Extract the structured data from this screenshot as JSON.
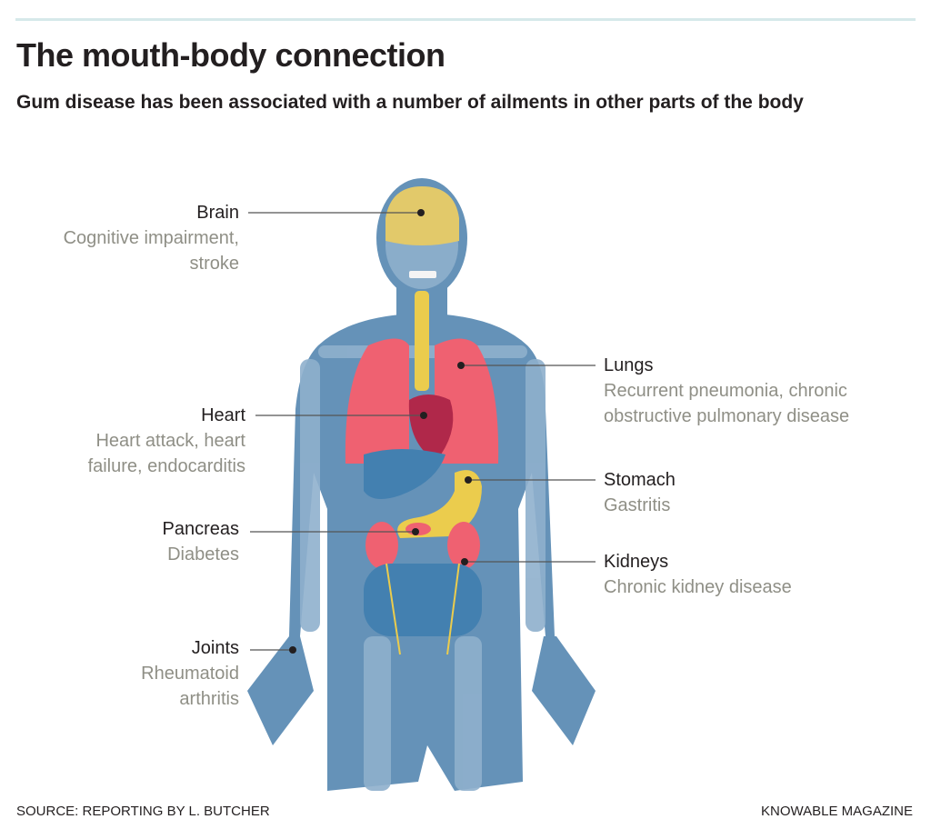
{
  "header": {
    "title": "The mouth-body connection",
    "subtitle": "Gum disease has been associated with a number of ailments in other parts of the body"
  },
  "labels": [
    {
      "organ": "Brain",
      "ailments": "Cognitive impairment, stroke",
      "side": "left"
    },
    {
      "organ": "Heart",
      "ailments": "Heart attack, heart failure, endocarditis",
      "side": "left"
    },
    {
      "organ": "Pancreas",
      "ailments": "Diabetes",
      "side": "left"
    },
    {
      "organ": "Joints",
      "ailments": "Rheumatoid arthritis",
      "side": "left"
    },
    {
      "organ": "Lungs",
      "ailments": "Recurrent pneumonia, chronic obstructive pulmonary disease",
      "side": "right"
    },
    {
      "organ": "Stomach",
      "ailments": "Gastritis",
      "side": "right"
    },
    {
      "organ": "Kidneys",
      "ailments": "Chronic kidney disease",
      "side": "right"
    }
  ],
  "text": {
    "brain_desc_1": "Cognitive impairment,",
    "brain_desc_2": "stroke",
    "heart_desc_1": "Heart attack, heart",
    "heart_desc_2": "failure, endocarditis",
    "lungs_desc_1": "Recurrent pneumonia, chronic",
    "lungs_desc_2": "obstructive pulmonary disease",
    "joints_desc_1": "Rheumatoid",
    "joints_desc_2": "arthritis"
  },
  "footer": {
    "source": "SOURCE: REPORTING BY L. BUTCHER",
    "credit": "KNOWABLE MAGAZINE"
  },
  "colors": {
    "body": "#6592b8",
    "bone": "#8fb0cd",
    "brain": "#e2c96a",
    "lungs": "#ef6171",
    "heart": "#b0284a",
    "liver": "#4380b0",
    "stomach": "#ebcc4d",
    "kidneys": "#ef6171",
    "spine": "#ebcc4d",
    "label_desc": "#8f8f86",
    "top_rule": "#d6e9ea"
  }
}
